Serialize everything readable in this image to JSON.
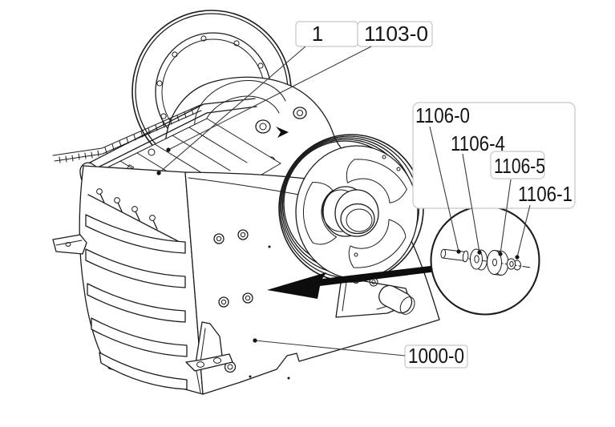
{
  "diagram": {
    "type": "exploded-parts-line-drawing",
    "subject": "jaw crusher assembly",
    "background": "#ffffff",
    "line_color": "#1c1c1c",
    "leader_line_color": "#3a3a3a",
    "callout_box_border": "#c6c6c6",
    "callout_box_fill": "#ffffff",
    "pointer_arrow_color": "#0d0d0d",
    "text_color": "#141414",
    "callouts": [
      {
        "id": "callout-1",
        "label": "1"
      },
      {
        "id": "callout-1103-0",
        "label": "1103-0"
      },
      {
        "id": "callout-1106-0",
        "label": "1106-0"
      },
      {
        "id": "callout-1106-4",
        "label": "1106-4"
      },
      {
        "id": "callout-1106-5",
        "label": "1106-5"
      },
      {
        "id": "callout-1106-1",
        "label": "1106-1"
      },
      {
        "id": "callout-1000-0",
        "label": "1000-0"
      }
    ],
    "detail_circle_contents": [
      "bolt",
      "small-washer",
      "large-washer",
      "hex-nut"
    ]
  }
}
